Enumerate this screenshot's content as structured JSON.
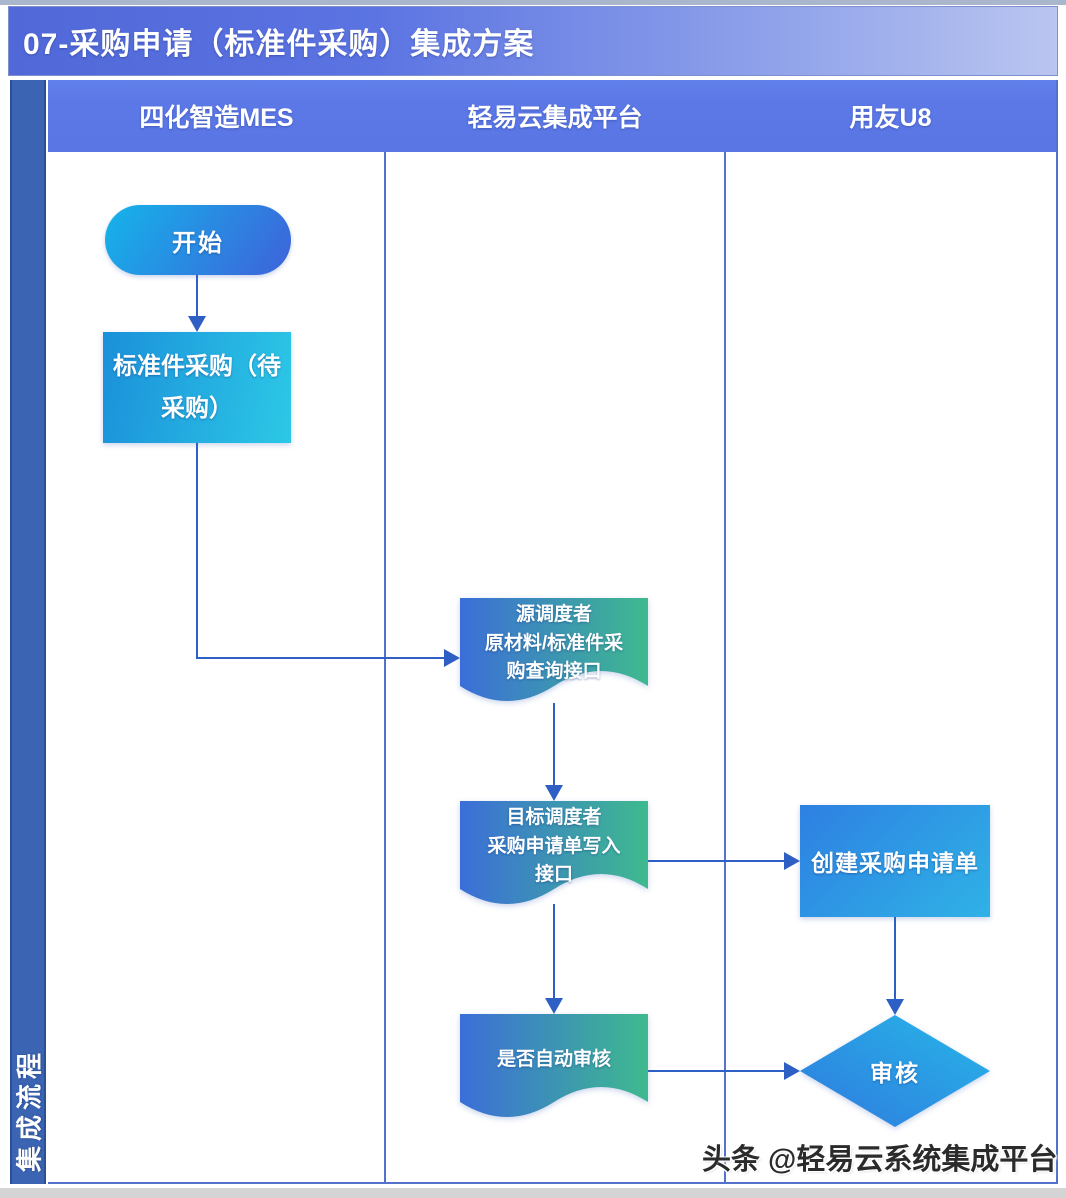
{
  "title": "07-采购申请（标准件采购）集成方案",
  "sidebar": {
    "label": "集成流程"
  },
  "lanes": [
    {
      "label": "四化智造MES"
    },
    {
      "label": "轻易云集成平台"
    },
    {
      "label": "用友U8"
    }
  ],
  "nodes": {
    "start": {
      "label": "开始",
      "type": "terminator"
    },
    "standard_purchase": {
      "label": "标准件采购（待采购）",
      "type": "process"
    },
    "source_scheduler": {
      "lines": [
        "源调度者",
        "原材料/标准件采",
        "购查询接口"
      ],
      "type": "document"
    },
    "target_scheduler": {
      "lines": [
        "目标调度者",
        "采购申请单写入",
        "接口"
      ],
      "type": "document"
    },
    "create_request": {
      "label": "创建采购申请单",
      "type": "process"
    },
    "auto_audit": {
      "lines": [
        "是否自动审核"
      ],
      "type": "document"
    },
    "audit": {
      "label": "审核",
      "type": "decision"
    }
  },
  "edges": [
    "start -> standard_purchase",
    "standard_purchase -> source_scheduler",
    "source_scheduler -> target_scheduler",
    "target_scheduler -> create_request",
    "target_scheduler -> auto_audit",
    "create_request -> audit",
    "auto_audit -> audit"
  ],
  "watermark": "头条 @轻易云系统集成平台",
  "colors": {
    "title_bar_gradient": [
      "#5168d8",
      "#bac5f0"
    ],
    "lane_header": "#5c78e6",
    "sidebar": "#3b65b2",
    "lane_divider": "#5272cc",
    "arrow": "#2d5fc4",
    "terminator_gradient": [
      "#14b4ea",
      "#3e62da"
    ],
    "process_gradient": [
      "#1b90da",
      "#2cc8e6"
    ],
    "document_gradient": [
      "#3b6ed8",
      "#3eba8e"
    ],
    "create_gradient": [
      "#2e80e2",
      "#2fb2e6"
    ],
    "diamond_gradient": [
      "#2f7ade",
      "#27b6e8"
    ],
    "watermark_text": "#2b2b2b"
  }
}
